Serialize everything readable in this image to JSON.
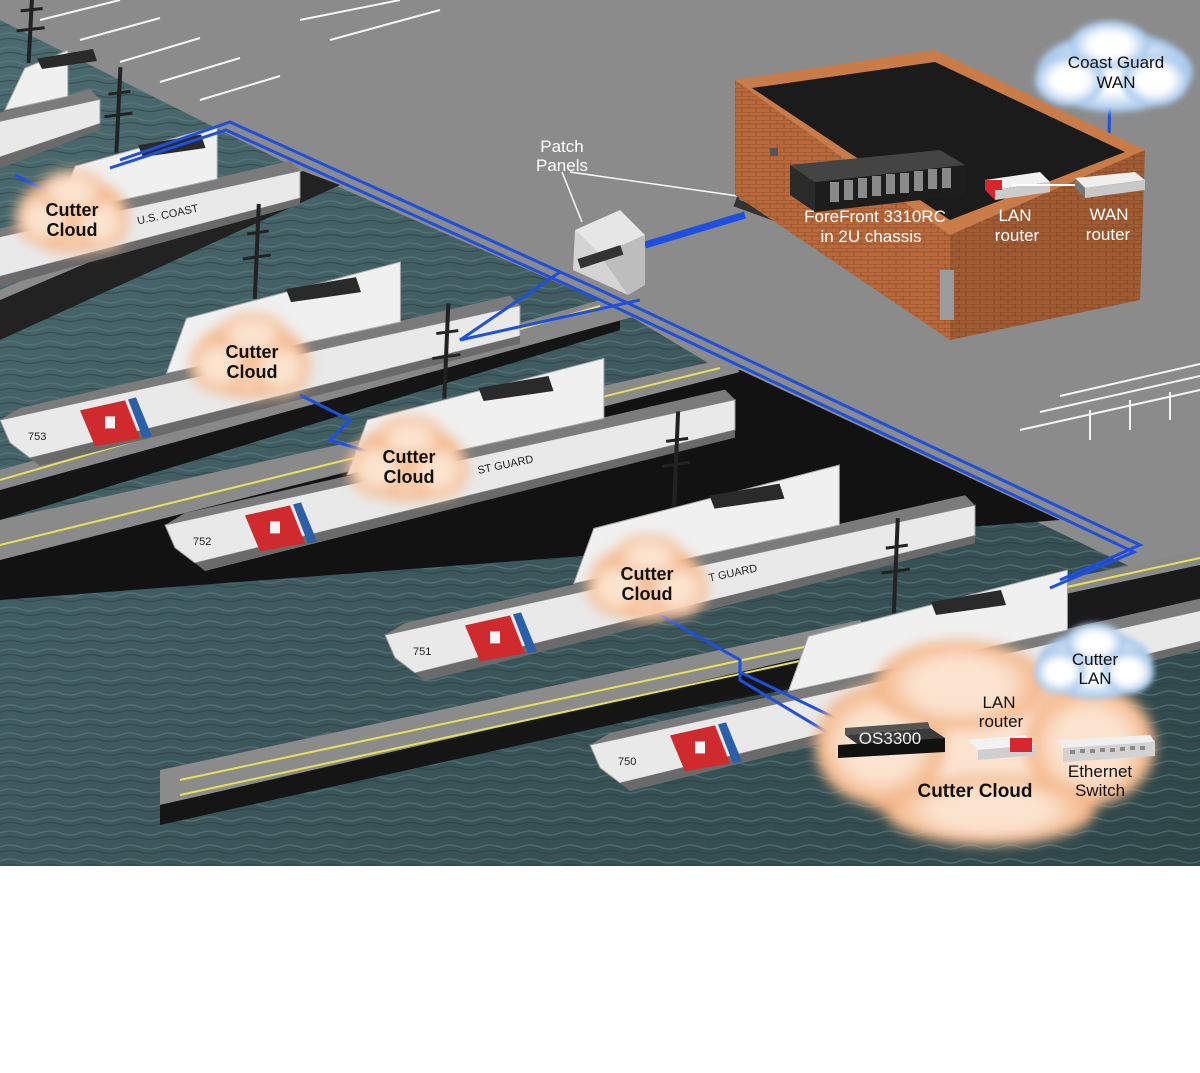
{
  "labels": {
    "patch_panels_line1": "Patch",
    "patch_panels_line2": "Panels",
    "wan_cloud_line1": "Coast Guard",
    "wan_cloud_line2": "WAN",
    "forefront_line1": "ForeFront 3310RC",
    "forefront_line2": "in 2U chassis",
    "shore_lan_router_line1": "LAN",
    "shore_lan_router_line2": "router",
    "wan_router_line1": "WAN",
    "wan_router_line2": "router",
    "cutter_lan_line1": "Cutter",
    "cutter_lan_line2": "LAN",
    "cutter_lan_router_line1": "LAN",
    "cutter_lan_router_line2": "router",
    "os3300": "OS3300",
    "ethernet_switch_line1": "Ethernet",
    "ethernet_switch_line2": "Switch",
    "cutter_cloud_big": "Cutter Cloud"
  },
  "small_clouds": [
    {
      "line1": "Cutter",
      "line2": "Cloud"
    },
    {
      "line1": "Cutter",
      "line2": "Cloud"
    },
    {
      "line1": "Cutter",
      "line2": "Cloud"
    },
    {
      "line1": "Cutter",
      "line2": "Cloud"
    }
  ],
  "hull_numbers": [
    "753",
    "752",
    "751",
    "750"
  ],
  "hull_text": {
    "coast_guard_a": "U.S. COAST",
    "coast_guard_b": "ST GUARD",
    "coast_guard_c": "T GUARD"
  },
  "colors": {
    "pier": "#8a8a8a",
    "pier_line": "#e8e05a",
    "water": "#3e5a5f",
    "cable": "#1f4fe0",
    "cloud": "#f7c9a1",
    "building_brick": "#b86a3d",
    "building_roof": "#1a1a1a",
    "router_red": "#d8262f"
  }
}
